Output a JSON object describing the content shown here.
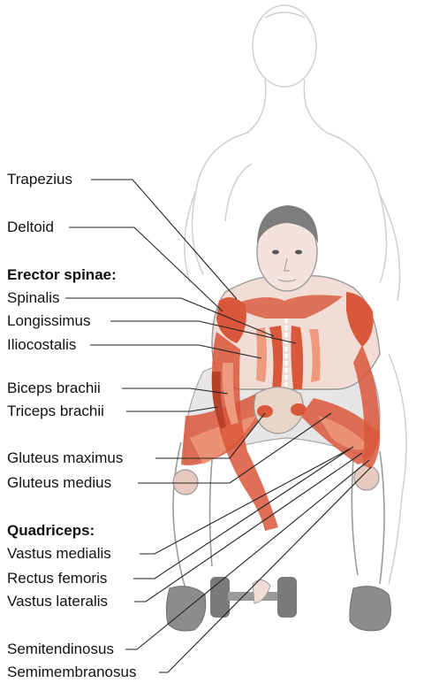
{
  "labels": {
    "trapezius": "Trapezius",
    "deltoid": "Deltoid",
    "erector_header": "Erector spinae:",
    "spinalis": "Spinalis",
    "longissimus": "Longissimus",
    "iliocostalis": "Iliocostalis",
    "biceps": "Biceps brachii",
    "triceps": "Triceps brachii",
    "gluteus_maximus": "Gluteus maximus",
    "gluteus_medius": "Gluteus medius",
    "quadriceps_header": "Quadriceps:",
    "vastus_medialis": "Vastus medialis",
    "rectus_femoris": "Rectus femoris",
    "vastus_lateralis": "Vastus lateralis",
    "semitendinosus": "Semitendinosus",
    "semimembranosus": "Semimembranosus"
  },
  "colors": {
    "muscle": "#d9573a",
    "muscle_light": "#ee9a7e",
    "skin_outline": "#9a9a9a",
    "faded_outline": "#c9c9c9",
    "leader": "#222222",
    "hair": "#7d7d7d",
    "shorts": "#d8d8d8",
    "shoe": "#8c8c8c",
    "dumbbell": "#777777"
  }
}
